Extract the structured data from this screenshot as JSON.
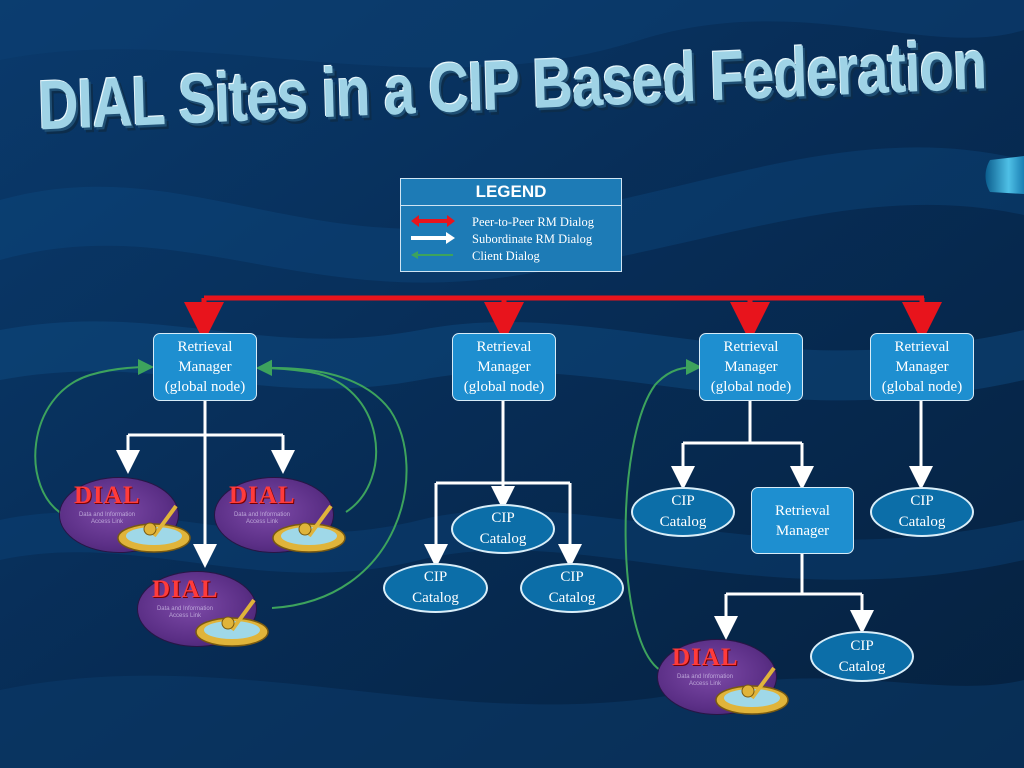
{
  "title": "DIAL Sites in a CIP Based Federation",
  "legend": {
    "title": "LEGEND",
    "items": [
      {
        "label": "Peer-to-Peer RM Dialog",
        "color": "#e8141c"
      },
      {
        "label": "Subordinate RM Dialog",
        "color": "#ffffff"
      },
      {
        "label": "Client Dialog",
        "color": "#3da35d"
      }
    ]
  },
  "nodes": {
    "rm1": {
      "line1": "Retrieval",
      "line2": "Manager",
      "line3": "(global node)"
    },
    "rm2": {
      "line1": "Retrieval",
      "line2": "Manager",
      "line3": "(global node)"
    },
    "rm3": {
      "line1": "Retrieval",
      "line2": "Manager",
      "line3": "(global node)"
    },
    "rm4": {
      "line1": "Retrieval",
      "line2": "Manager",
      "line3": "(global node)"
    },
    "rm_sub": {
      "line1": "Retrieval",
      "line2": "Manager"
    },
    "cip_a": {
      "line1": "CIP",
      "line2": "Catalog"
    },
    "cip_b": {
      "line1": "CIP",
      "line2": "Catalog"
    },
    "cip_c": {
      "line1": "CIP",
      "line2": "Catalog"
    },
    "cip_d": {
      "line1": "CIP",
      "line2": "Catalog"
    },
    "cip_e": {
      "line1": "CIP",
      "line2": "Catalog"
    },
    "cip_f": {
      "line1": "CIP",
      "line2": "Catalog"
    }
  },
  "logo": {
    "word": "DIAL",
    "tagline": "Data and Information Access Link"
  },
  "colors": {
    "background": "#062a52",
    "box": "#1e8fd0",
    "oval": "#0c6ea8",
    "peer": "#e8141c",
    "subordinate": "#ffffff",
    "client": "#3da35d"
  }
}
